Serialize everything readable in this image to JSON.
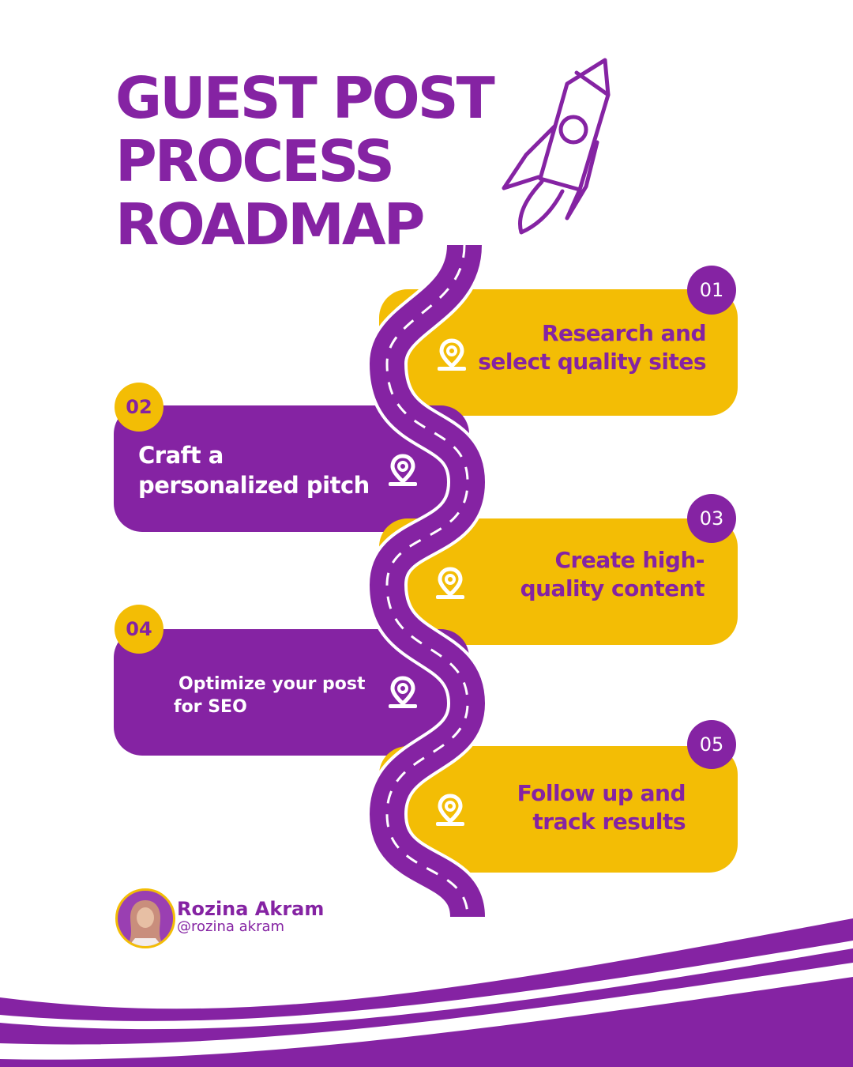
{
  "title": {
    "line1": "GUEST POST",
    "line2": "PROCESS",
    "line3": "ROADMAP"
  },
  "steps": [
    {
      "number": "01",
      "line1": "Research and",
      "line2": "select quality sites"
    },
    {
      "number": "02",
      "line1": "Craft a",
      "line2": "personalized pitch"
    },
    {
      "number": "03",
      "line1": "Create high-",
      "line2": "quality content"
    },
    {
      "number": "04",
      "line1": "Optimize your post",
      "line2": "for SEO"
    },
    {
      "number": "05",
      "line1": "Follow up and",
      "line2": "track results"
    }
  ],
  "author": {
    "name": "Rozina Akram",
    "handle": "@rozina akram"
  },
  "colors": {
    "purple": "#8523a3",
    "yellow": "#f3bd05",
    "background": "#ffffff"
  },
  "icons": [
    "rocket-icon",
    "location-pin-icon"
  ]
}
